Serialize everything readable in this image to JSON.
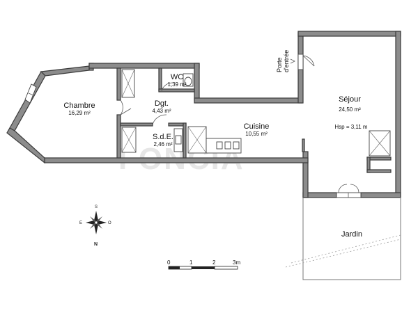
{
  "rooms": {
    "chambre": {
      "name": "Chambre",
      "area": "16,29 m²"
    },
    "wc": {
      "name": "WC",
      "area": "1,39 m²"
    },
    "dgt": {
      "name": "Dgt.",
      "area": "4,43 m²"
    },
    "sde": {
      "name": "S.d.E.",
      "area": "2,46 m²"
    },
    "cuisine": {
      "name": "Cuisine",
      "area": "10,55 m²"
    },
    "sejour": {
      "name": "Séjour",
      "area": "24,50 m²",
      "hsp": "Hsp = 3,11 m"
    },
    "jardin": {
      "name": "Jardin"
    }
  },
  "entrance": {
    "line1": "Porte",
    "line2": "d'entrée"
  },
  "compass": {
    "n": "N",
    "s": "S",
    "e": "E",
    "o": "O"
  },
  "scale": {
    "labels": [
      "0",
      "1",
      "2",
      "3m"
    ]
  },
  "watermark": "FONCIA",
  "colors": {
    "wall": "#8c8c8c",
    "wall_outline": "#3a3a3a",
    "background": "#ffffff"
  }
}
